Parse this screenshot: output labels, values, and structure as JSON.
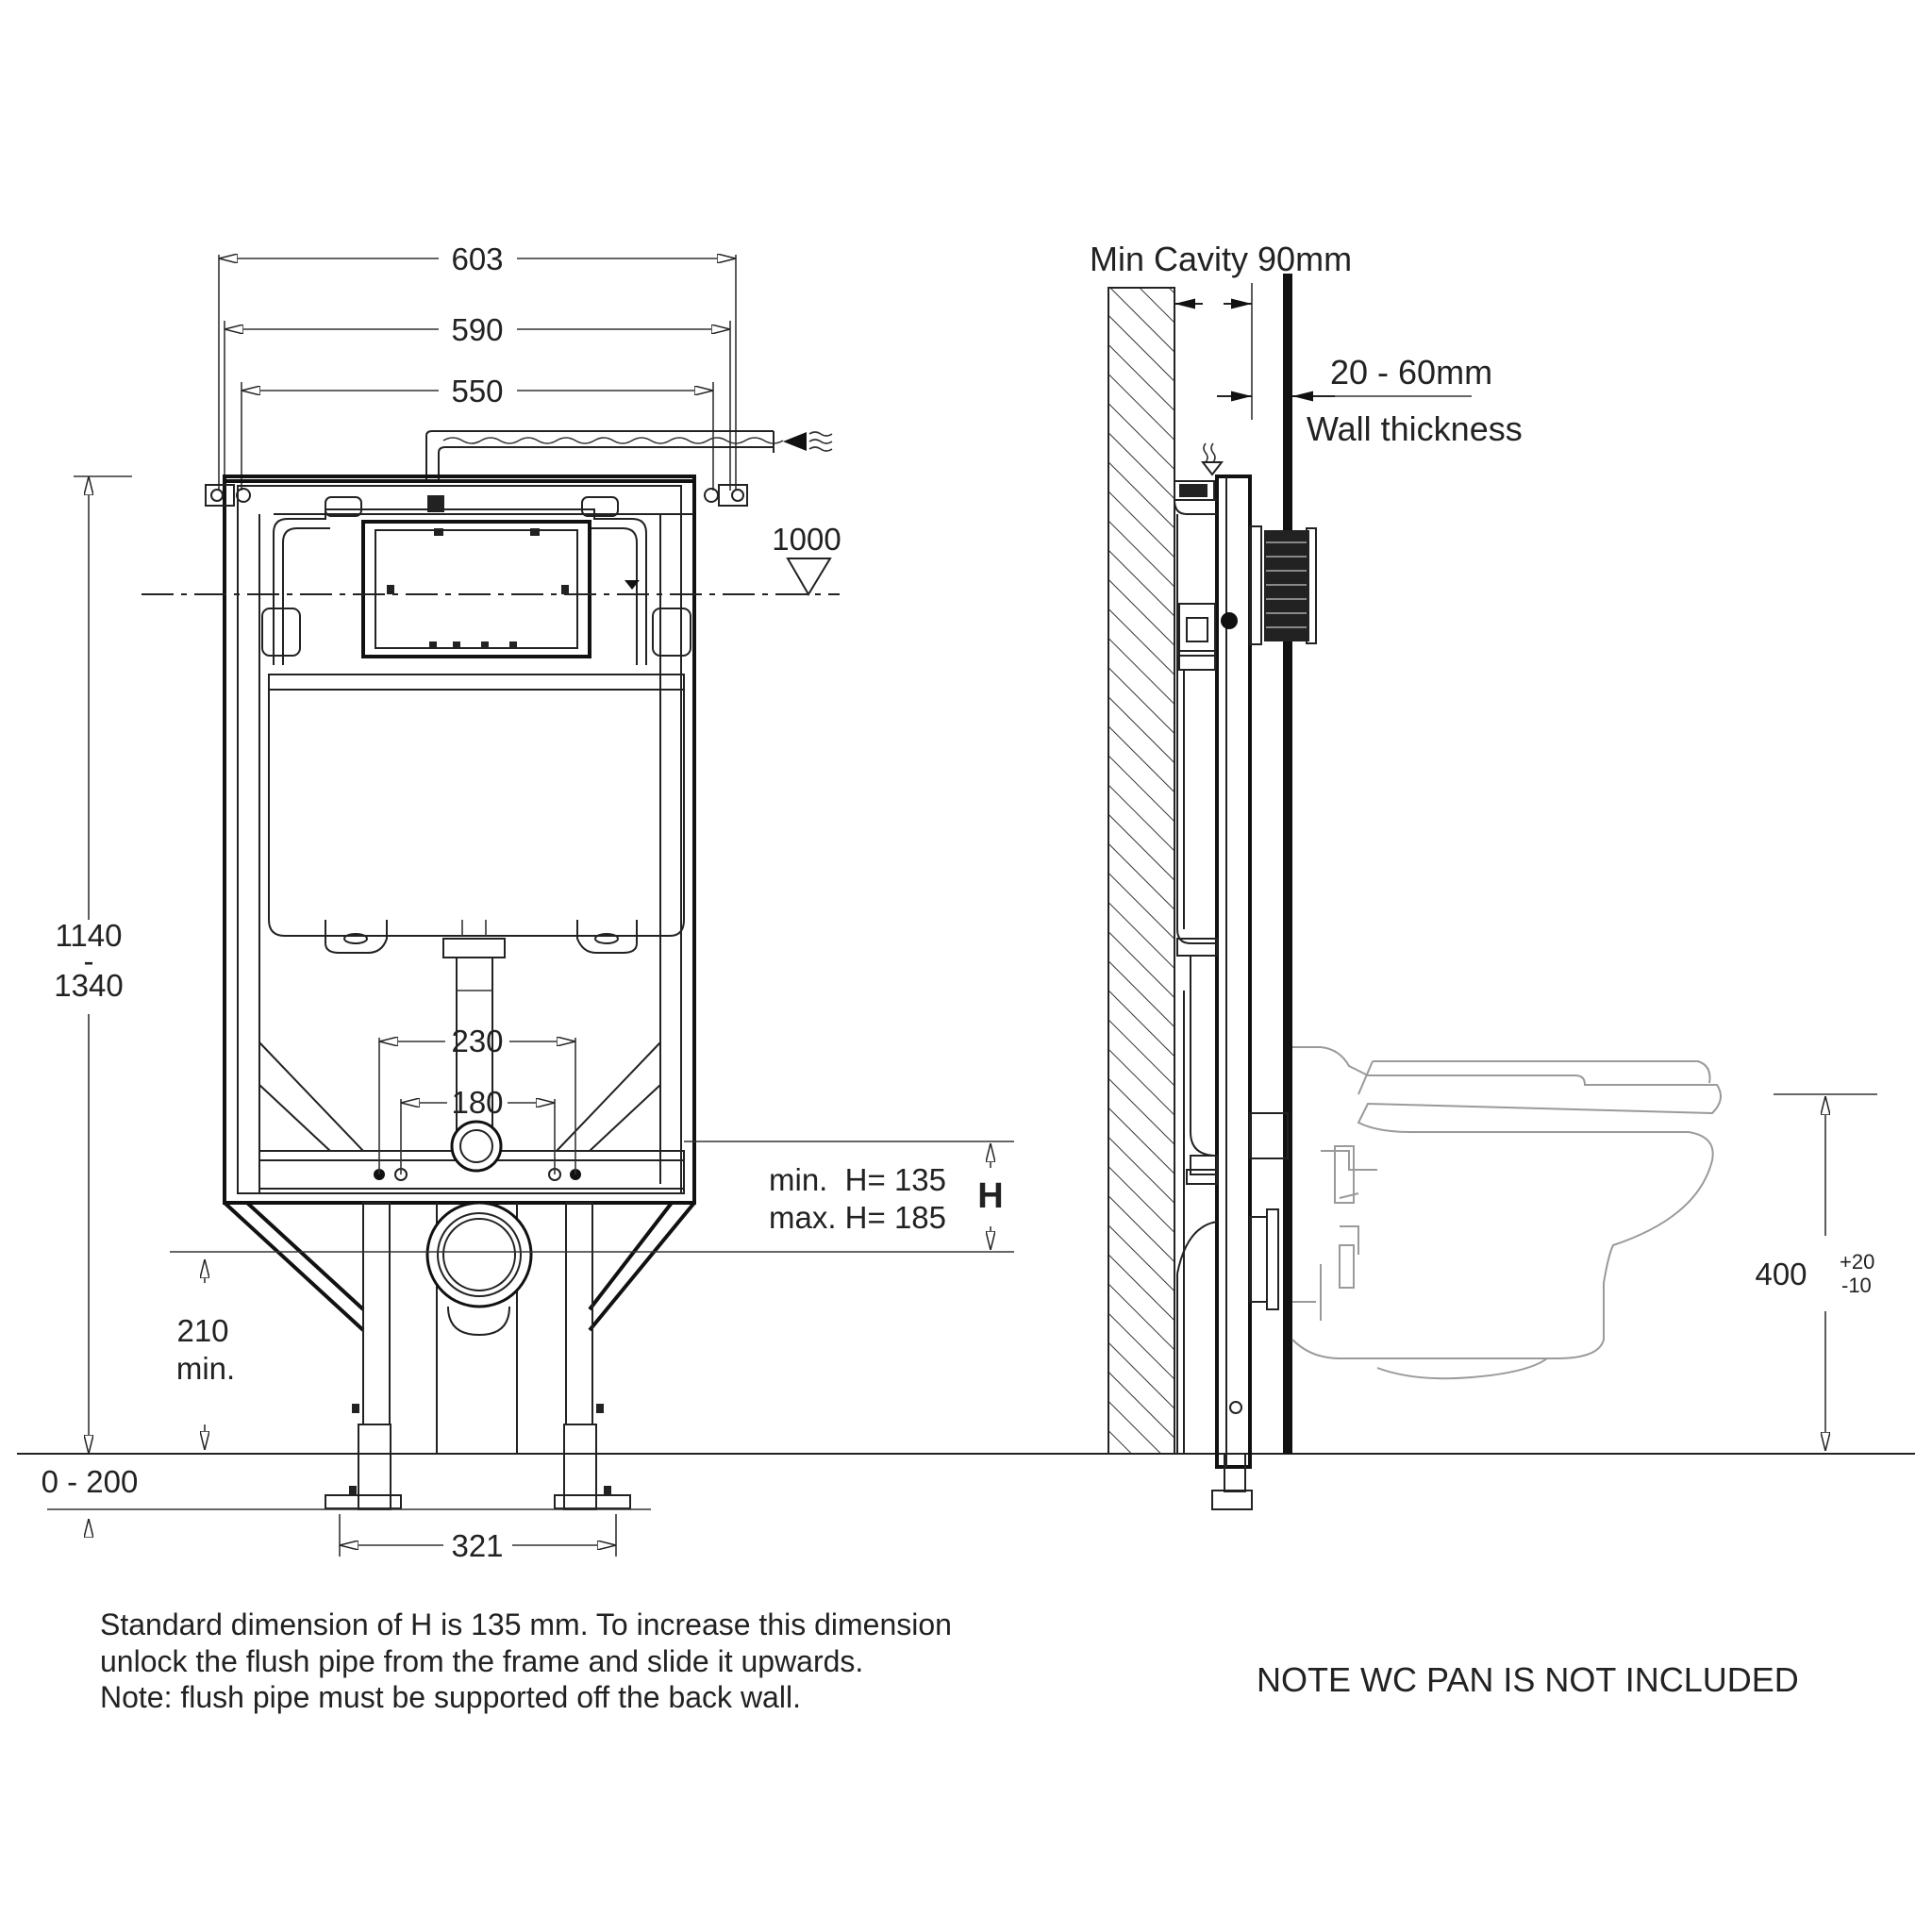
{
  "front_view": {
    "dims": {
      "width_603": "603",
      "width_590": "590",
      "width_550": "550",
      "height_1000": "1000",
      "height_range_top": "1140",
      "height_range_sep": "-",
      "height_range_bottom": "1340",
      "spacing_230": "230",
      "spacing_180": "180",
      "min_h": "min.  H= 135",
      "max_h": "max. H= 185",
      "h_symbol": "H",
      "min_210": "210",
      "min_210_label": "min.",
      "floor_range": "0 - 200",
      "foot_321": "321"
    }
  },
  "side_view": {
    "cavity_label": "Min Cavity 90mm",
    "wall_range": "20 - 60mm",
    "wall_label": "Wall thickness",
    "pan_height": "400",
    "pan_tol_plus": "+20",
    "pan_tol_minus": "-10"
  },
  "notes": {
    "line1": "Standard dimension of H is 135 mm. To increase this dimension",
    "line2": "unlock the flush pipe from the frame and slide it upwards.",
    "line3": "Note: flush pipe must be supported off the back wall.",
    "pan_note": "NOTE WC PAN IS NOT INCLUDED"
  }
}
